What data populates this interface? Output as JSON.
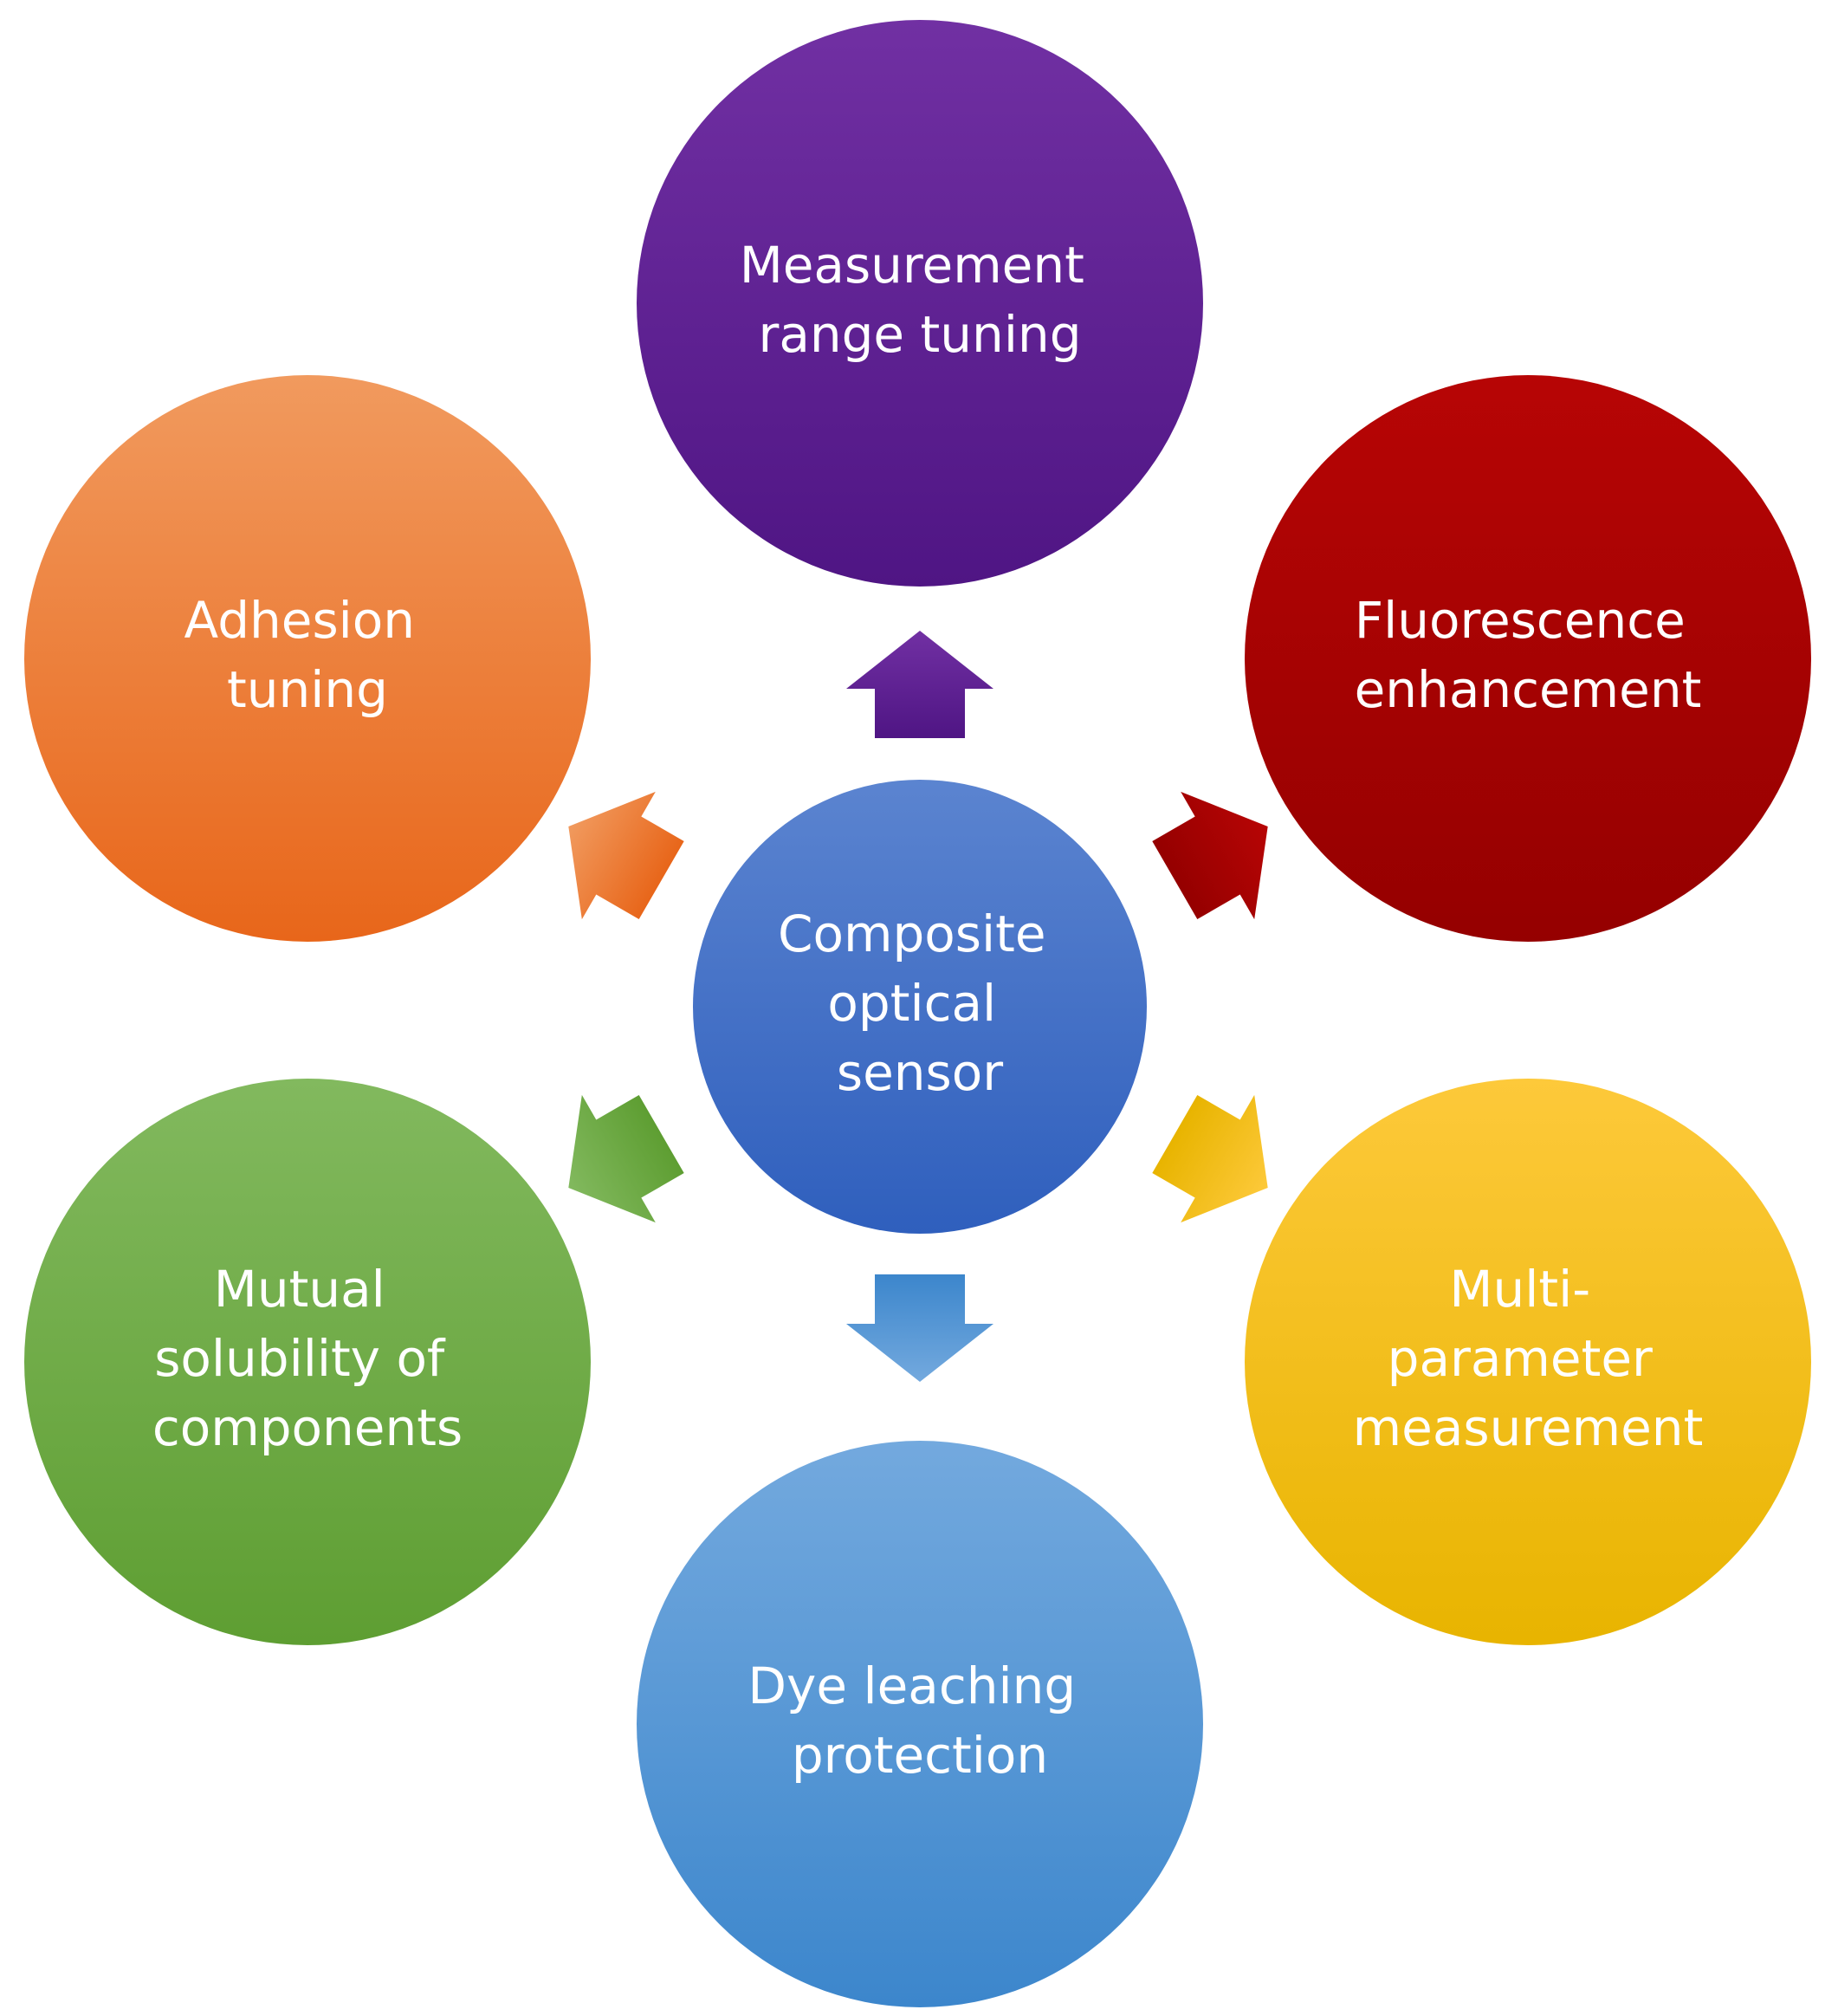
{
  "center": {
    "lines": [
      "Composite",
      "optical",
      "sensor"
    ],
    "colors": [
      "#5b84d0",
      "#2f5fbd"
    ]
  },
  "nodes": [
    {
      "id": "top",
      "lines": [
        "Measurement",
        "range tuning"
      ],
      "colors": [
        "#7130a3",
        "#4f1584"
      ]
    },
    {
      "id": "upper-right",
      "lines": [
        "Fluorescence",
        "enhancement"
      ],
      "colors": [
        "#b70505",
        "#950000"
      ]
    },
    {
      "id": "lower-right",
      "lines": [
        "Multi-",
        "parameter",
        "measurement"
      ],
      "colors": [
        "#fdc93a",
        "#e8b400"
      ]
    },
    {
      "id": "bottom",
      "lines": [
        "Dye leaching",
        "protection"
      ],
      "colors": [
        "#73a9de",
        "#3c86cc"
      ]
    },
    {
      "id": "lower-left",
      "lines": [
        "Mutual",
        "solubility of",
        "components"
      ],
      "colors": [
        "#82b95e",
        "#5e9e32"
      ]
    },
    {
      "id": "upper-left",
      "lines": [
        "Adhesion",
        "tuning"
      ],
      "colors": [
        "#f19a5e",
        "#e8661a"
      ]
    }
  ]
}
